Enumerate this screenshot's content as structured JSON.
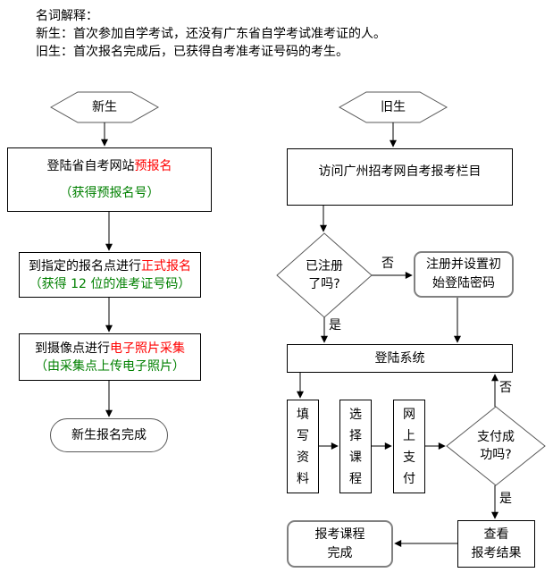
{
  "colors": {
    "text": "#000000",
    "highlight_red": "#ff0000",
    "note_green": "#008000",
    "box_border": "#000000",
    "rounded_border": "#808080"
  },
  "header": {
    "line1": "名词解释：",
    "line2": "新生：首次参加自学考试，还没有广东省自学考试准考证的人。",
    "line3": "旧生：首次报名完成后，已获得自考准考证号码的考生。"
  },
  "flow_new": {
    "start": "新生",
    "step1_main_black": "登陆省自考网站",
    "step1_main_red": "预报名",
    "step1_note": "（获得预报名号）",
    "step2_main_black": "到指定的报名点进行",
    "step2_main_red": "正式报名",
    "step2_note": "（获得 12 位的准考证号码）",
    "step3_main_black": "到摄像点进行",
    "step3_main_red": "电子照片采集",
    "step3_note": "（由采集点上传电子照片）",
    "end": "新生报名完成"
  },
  "flow_old": {
    "start": "旧生",
    "step1": "访问广州招考网自考报考栏目",
    "decision_registered": "已注册\n了吗?",
    "register_box": "注册并设置初\n始登陆密码",
    "login": "登陆系统",
    "fill_info": "填\n写\n资\n料",
    "select_course": "选\n择\n课\n程",
    "pay_online": "网\n上\n支\n付",
    "decision_pay": "支付成\n功吗?",
    "view_result": "查看\n报考结果",
    "end": "报考课程\n完成",
    "label_no": "否",
    "label_yes": "是"
  }
}
